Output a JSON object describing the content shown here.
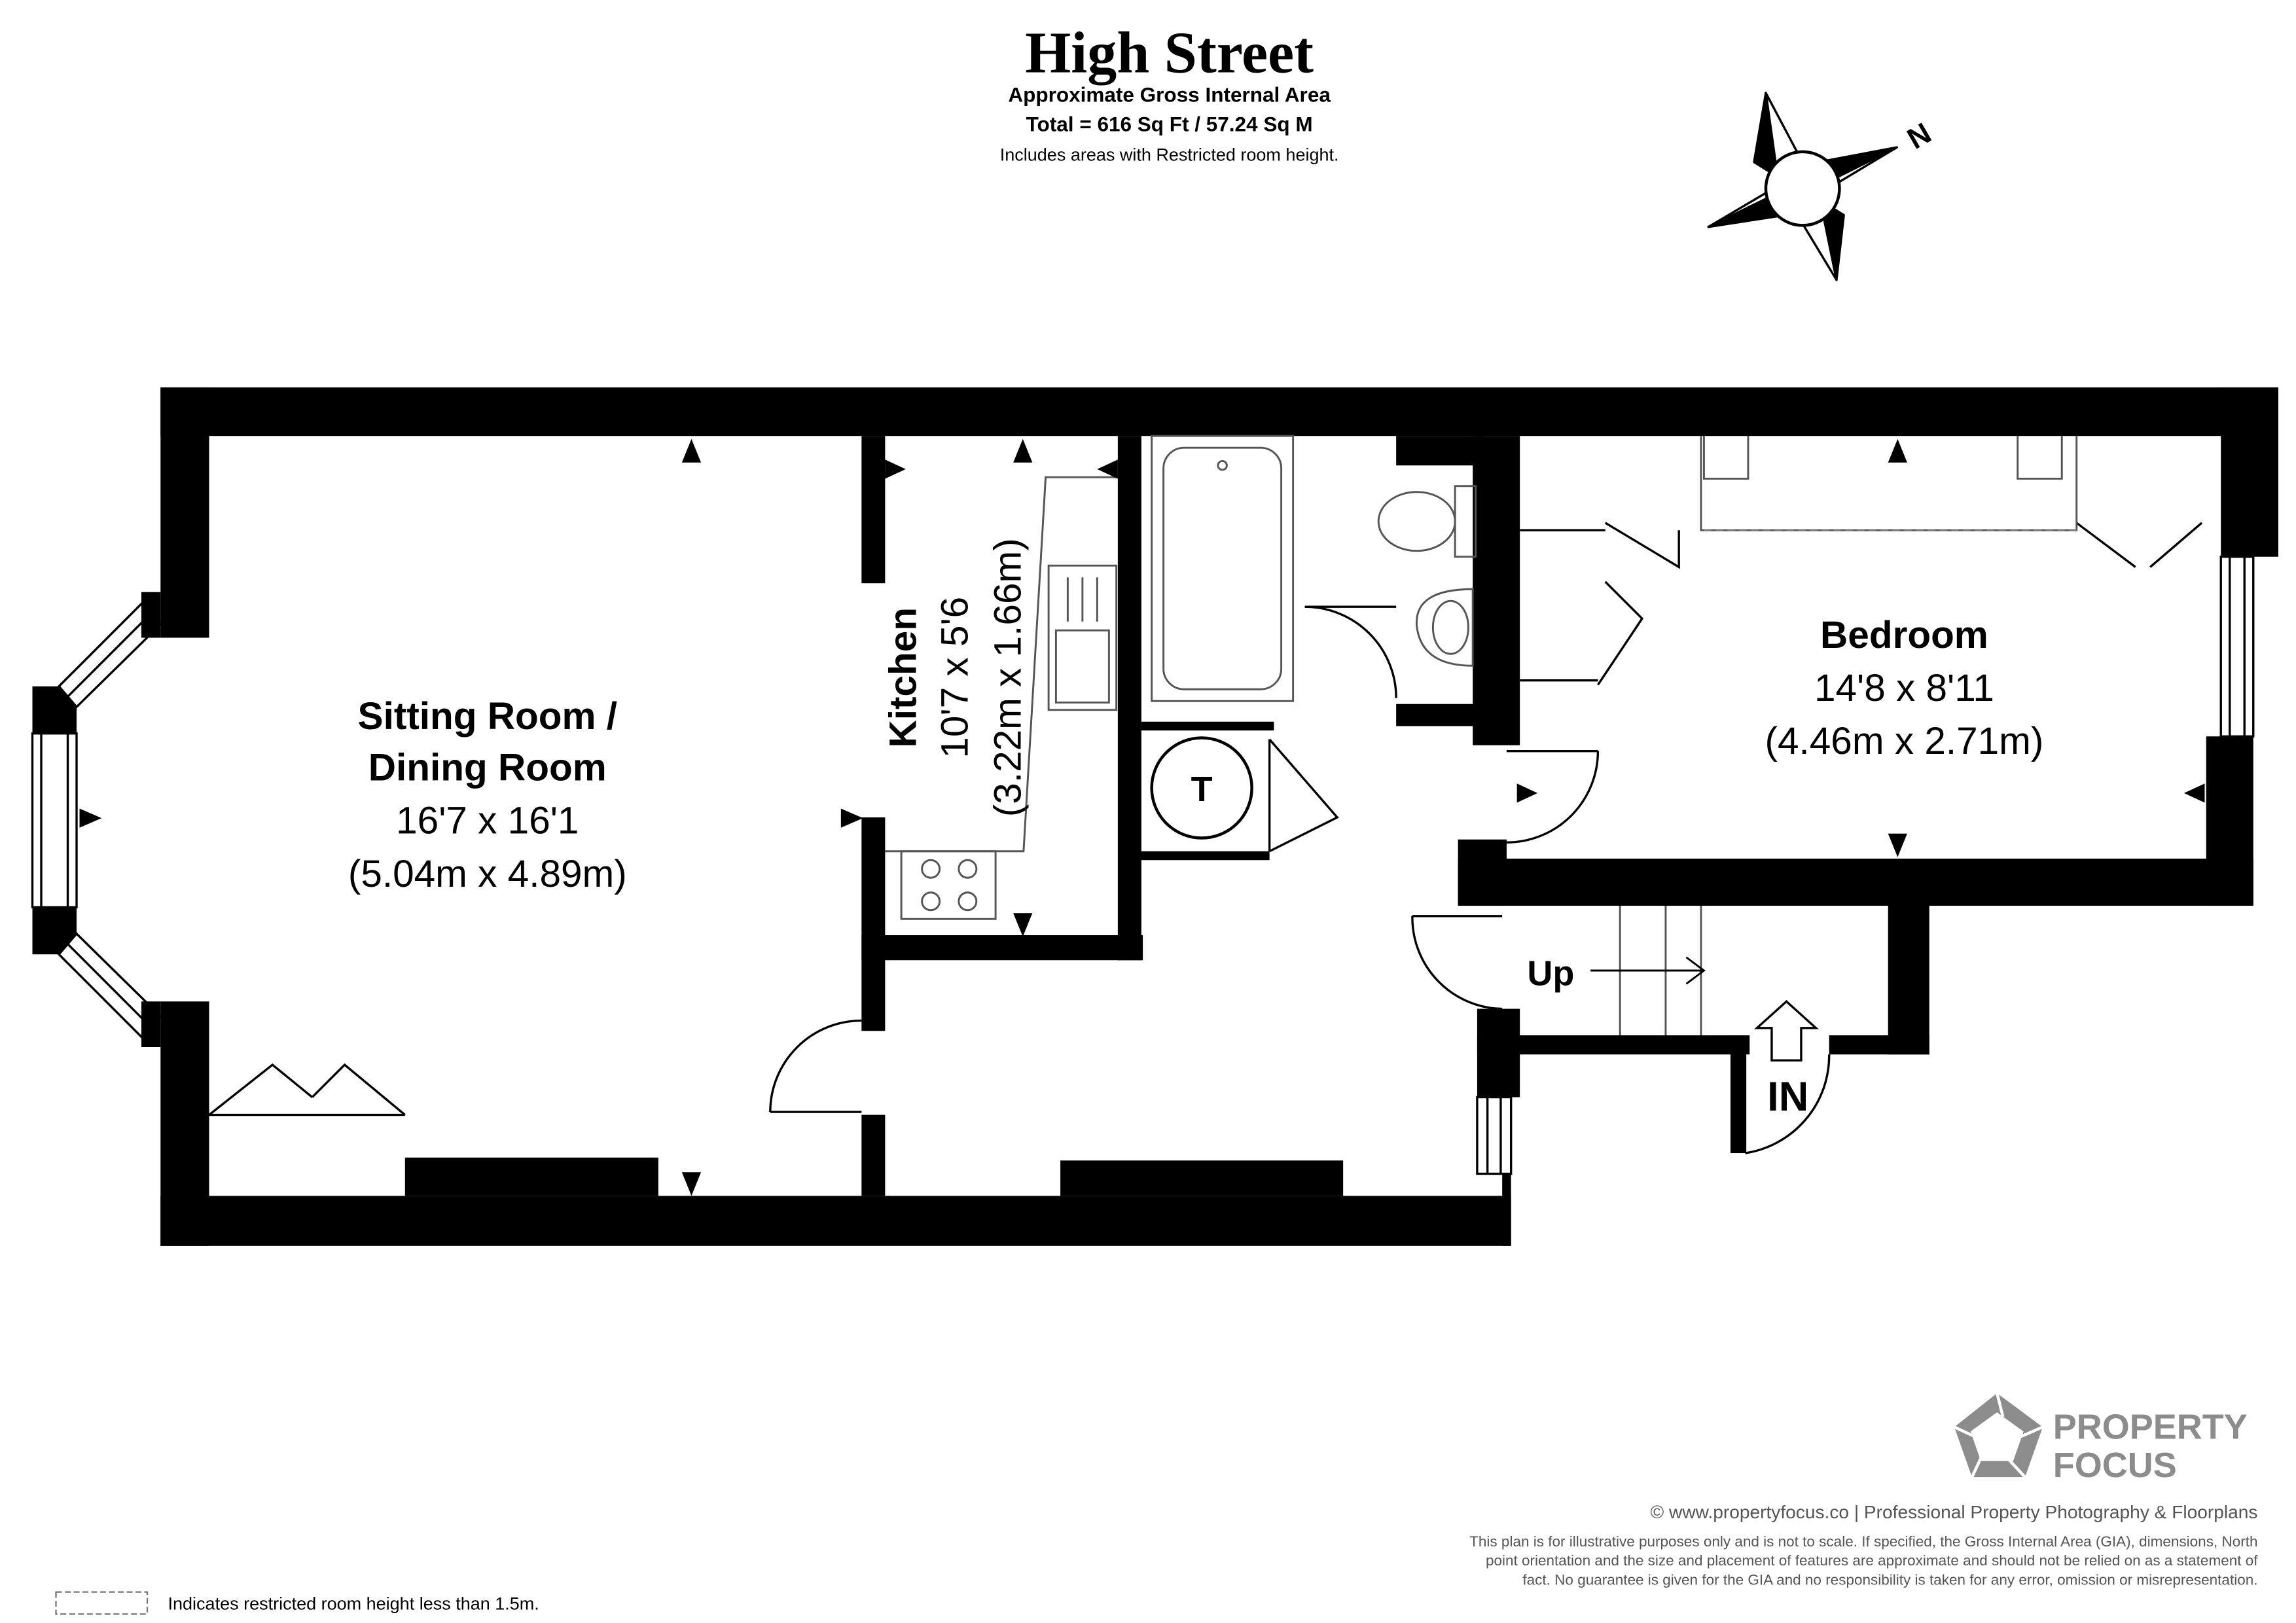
{
  "header": {
    "title": "High Street",
    "subtitle": "Approximate Gross Internal Area",
    "total": "Total = 616 Sq Ft / 57.24 Sq M",
    "note": "Includes areas with Restricted room height."
  },
  "compass": {
    "north_label": "N",
    "icon": "compass-rose-icon"
  },
  "rooms": {
    "sitting": {
      "name_line1": "Sitting Room /",
      "name_line2": "Dining Room",
      "dims_imperial": "16'7 x 16'1",
      "dims_metric": "(5.04m x 4.89m)"
    },
    "kitchen": {
      "name": "Kitchen",
      "dims_imperial": "10'7 x 5'6",
      "dims_metric": "(3.22m x 1.66m)"
    },
    "bedroom": {
      "name": "Bedroom",
      "dims_imperial": "14'8 x 8'11",
      "dims_metric": "(4.46m x 2.71m)"
    }
  },
  "symbols": {
    "tank": "T",
    "stairs": "Up",
    "entrance": "IN"
  },
  "brand": {
    "line1": "PROPERTY",
    "line2": "FOCUS",
    "color": "#8c8c8c"
  },
  "footer": {
    "website": "© www.propertyfocus.co | Professional Property Photography & Floorplans",
    "disclaimer_1": "This plan is for illustrative purposes only and is not to scale. If specified, the Gross Internal Area (GIA), dimensions, North",
    "disclaimer_2": "point orientation and the size and placement of features are approximate and should not be relied on as a statement of",
    "disclaimer_3": "fact. No guarantee is given for the GIA and no responsibility is taken for any error, omission or misrepresentation.",
    "legend": "Indicates restricted room height less than 1.5m."
  },
  "colors": {
    "wall": "#000000",
    "fixture": "#555555",
    "text": "#000000",
    "brand": "#8c8c8c"
  }
}
